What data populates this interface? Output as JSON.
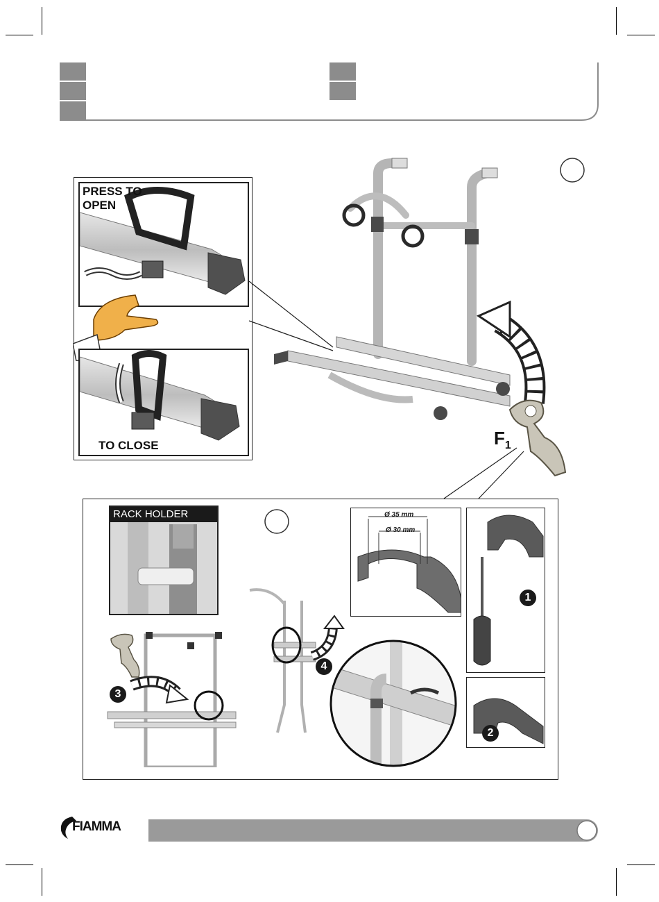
{
  "top_left": {
    "press_to_open": "PRESS TO\nOPEN",
    "to_close": "TO CLOSE"
  },
  "tool": {
    "label_main": "F",
    "label_sub": "1"
  },
  "lower": {
    "rack_holder": "RACK HOLDER",
    "dim_35": "Ø 35 mm",
    "dim_30": "Ø 30 mm",
    "step_1": "1",
    "step_2": "2",
    "step_3": "3",
    "step_4": "4"
  },
  "brand": {
    "logo_text": "FIAMMA"
  },
  "colors": {
    "header_square": "#8c8c8c",
    "footer_bar": "#9a9a9a",
    "aluminium": "#c9c9c9",
    "dark_plastic": "#4a4a4a",
    "strap": "#2a2a2a",
    "hand": "#f0b04a"
  }
}
